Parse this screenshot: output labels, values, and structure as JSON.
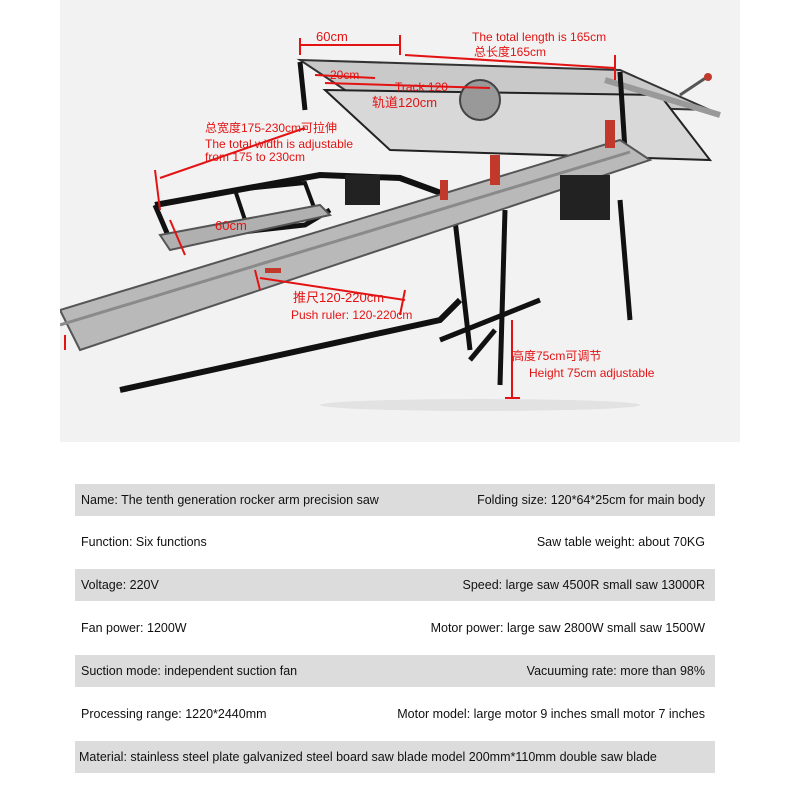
{
  "annotations": {
    "width_60_top": "60cm",
    "total_length_en": "The total length is 165cm",
    "total_length_cn": "总长度165cm",
    "width_20": "20cm",
    "track_en": "Track 120",
    "track_cn": "轨道120cm",
    "total_width_cn": "总宽度175-230cm可拉伸",
    "total_width_en_1": "The total width is adjustable",
    "total_width_en_2": "from 175 to 230cm",
    "width_60_side": "60cm",
    "push_ruler_cn": "推尺120-220cm",
    "push_ruler_en": "Push ruler: 120-220cm",
    "height_cn": "高度75cm可调节",
    "height_en": "Height 75cm adjustable"
  },
  "specs": [
    {
      "left": "Name: The tenth generation rocker arm precision saw",
      "right": "Folding size: 120*64*25cm for main body"
    },
    {
      "left": "Function: Six functions",
      "right": "Saw table weight: about 70KG"
    },
    {
      "left": "Voltage: 220V",
      "right": "Speed: large saw 4500R small saw 13000R"
    },
    {
      "left": "Fan power: 1200W",
      "right": "Motor power: large saw 2800W small saw 1500W"
    },
    {
      "left": "Suction mode: independent suction fan",
      "right": "Vacuuming rate: more than 98%"
    },
    {
      "left": "Processing range: 1220*2440mm",
      "right": "Motor model: large motor 9 inches small motor 7 inches"
    },
    {
      "full": "Material: stainless steel plate galvanized steel board saw blade model 200mm*110mm double saw blade"
    }
  ]
}
